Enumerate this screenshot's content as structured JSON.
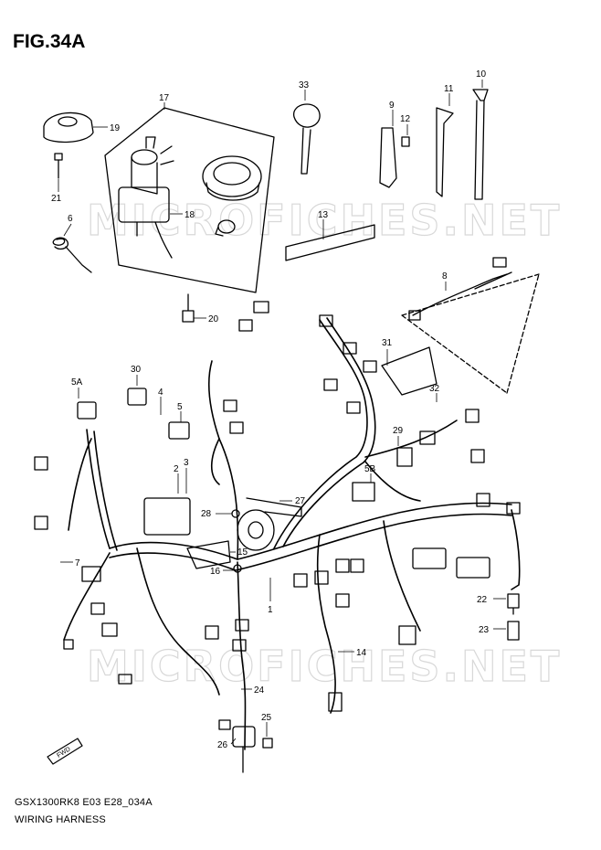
{
  "figure": {
    "title": "FIG.34A",
    "model_code": "GSX1300RK8 E03 E28_034A",
    "name": "WIRING HARNESS"
  },
  "watermark": "MICROFICHES.NET",
  "fwd_label": "FWD",
  "callouts": [
    "17",
    "19",
    "21",
    "6",
    "18",
    "20",
    "33",
    "9",
    "12",
    "11",
    "10",
    "13",
    "8",
    "31",
    "32",
    "5A",
    "30",
    "4",
    "5",
    "29",
    "5B",
    "2",
    "3",
    "27",
    "28",
    "15",
    "16",
    "1",
    "7",
    "22",
    "23",
    "14",
    "24",
    "25",
    "26"
  ]
}
